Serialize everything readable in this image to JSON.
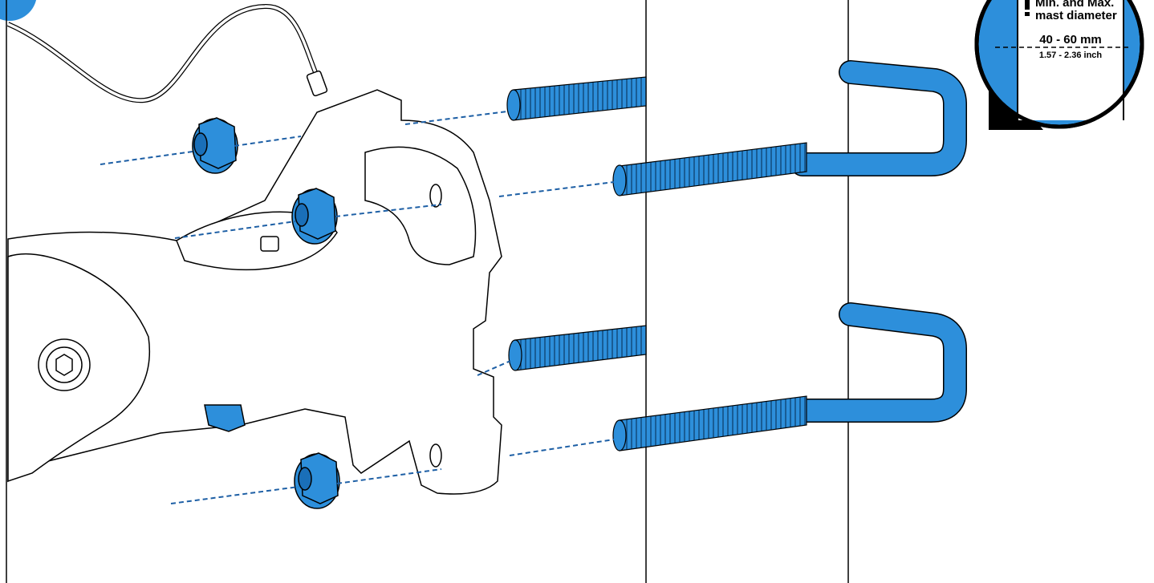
{
  "callout": {
    "heading_line1": "Min. and Max.",
    "heading_line2": "mast diameter",
    "metric": "40 - 60 mm",
    "imperial": "1.57 - 2.36 inch"
  },
  "colors": {
    "accent_blue": "#2d8fdb",
    "dashed_guide": "#1d5fa5",
    "outline": "#000000",
    "background": "#ffffff"
  },
  "icons": [
    "step-marker-icon",
    "warning-exclamation-icon",
    "hex-flange-nut-icon",
    "u-bolt-icon"
  ]
}
